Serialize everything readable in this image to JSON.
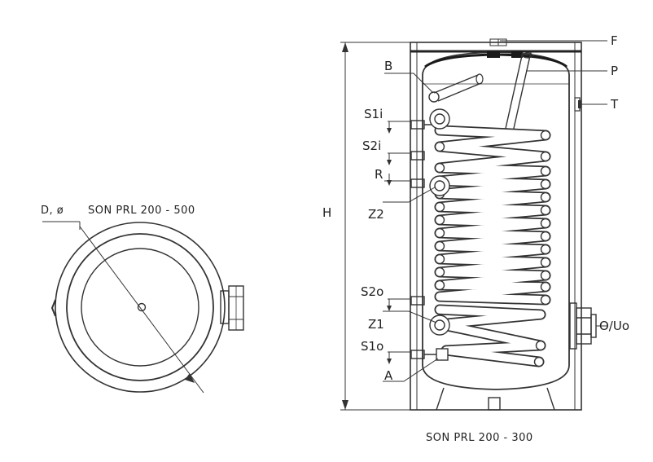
{
  "top_view": {
    "caption": "SON PRL  200 - 500",
    "diameter_label": "D, ø"
  },
  "side_view": {
    "caption": "SON PRL  200 - 300",
    "height_label": "H",
    "labels": {
      "B": "B",
      "S1i": "S1i",
      "S2i": "S2i",
      "R": "R",
      "Z2": "Z2",
      "S2o": "S2o",
      "Z1": "Z1",
      "S1o": "S1o",
      "A": "A",
      "F": "F",
      "P": "P",
      "T": "T",
      "OUo": "O/Uo"
    }
  }
}
